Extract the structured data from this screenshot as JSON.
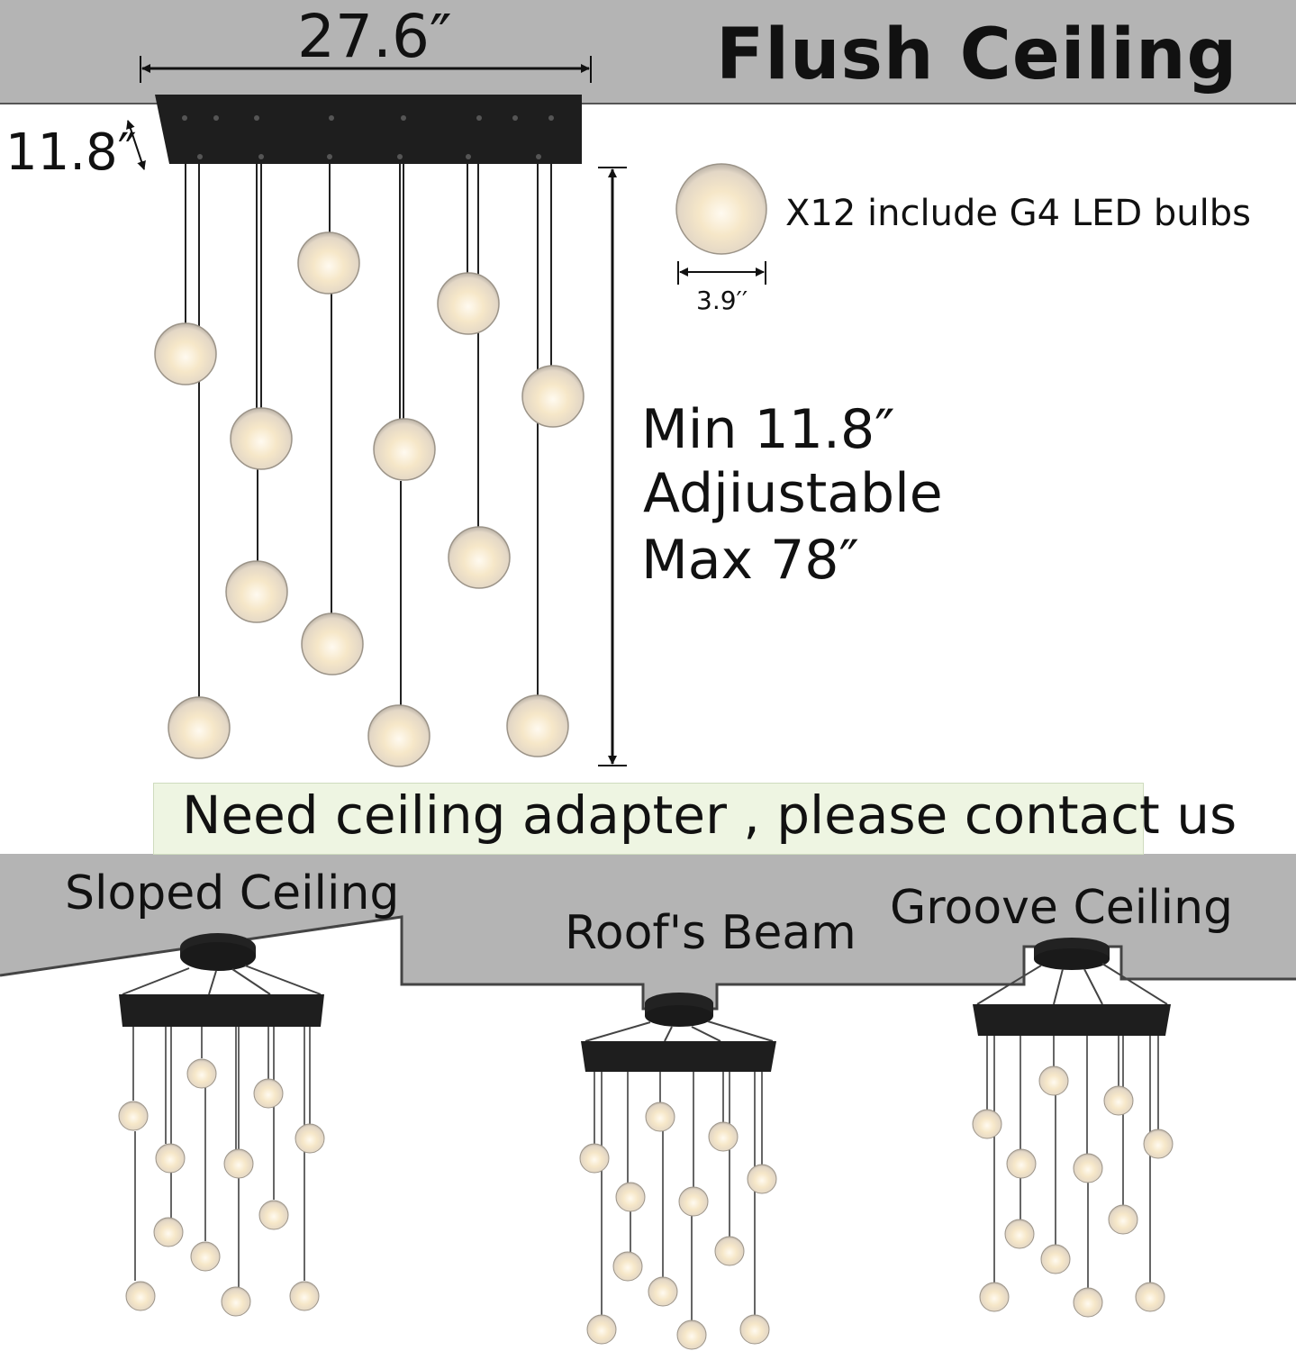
{
  "title": "Flush Ceiling",
  "dimensions": {
    "width": "27.6″",
    "depth": "11.8″",
    "bulb_diameter": "3.9′′",
    "bulb_info": "X12 include G4 LED bulbs",
    "height_min": "Min 11.8″",
    "height_adjustable": "Adjiustable",
    "height_max": "Max 78″"
  },
  "notice": "Need ceiling adapter , please contact us",
  "variants": {
    "sloped": "Sloped Ceiling",
    "beam": "Roof's Beam",
    "groove": "Groove Ceiling"
  },
  "colors": {
    "ceiling": "#b4b4b4",
    "fixture": "#1e1e1e",
    "notice_bg": "#eef5e2",
    "globe_glow": "#f4e4c4"
  }
}
